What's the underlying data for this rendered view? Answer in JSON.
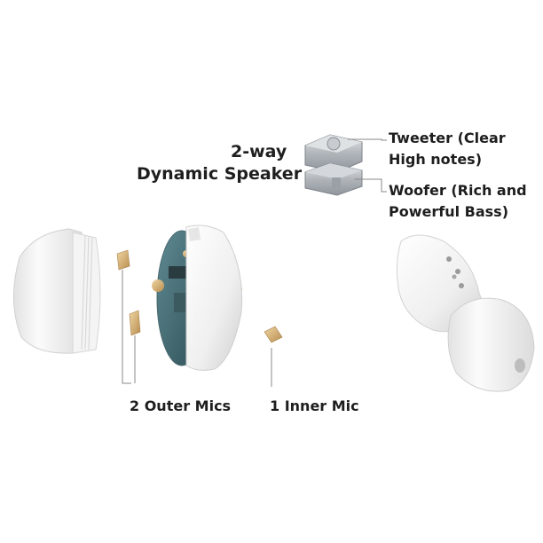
{
  "labels": {
    "speaker_line1": "2-way",
    "speaker_line2": "Dynamic Speaker",
    "tweeter_line1": "Tweeter (Clear",
    "tweeter_line2": "High notes)",
    "woofer_line1": "Woofer (Rich and",
    "woofer_line2": "Powerful Bass)",
    "outer_mics": "2 Outer Mics",
    "inner_mic": "1 Inner Mic"
  },
  "colors": {
    "shell": "#f3f3f3",
    "mic_gold": "#d8b47a",
    "speaker_metal": "#b9bec3",
    "text": "#1e1e1e",
    "leader_line": "#8a8a8a"
  }
}
